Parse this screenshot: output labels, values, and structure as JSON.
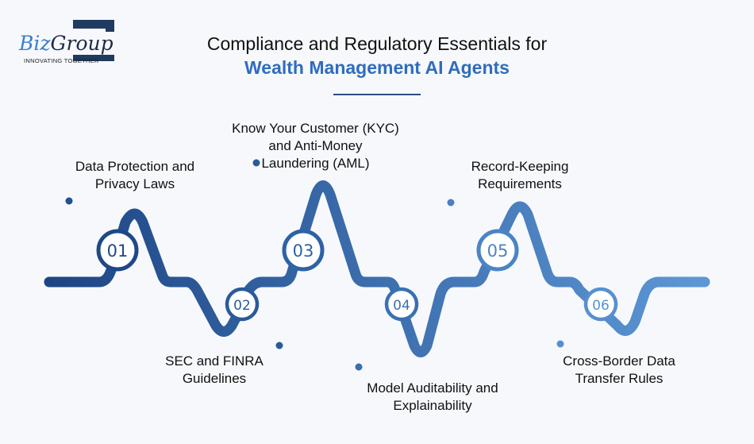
{
  "logo": {
    "brand_part1": "Biz",
    "brand_part2": "Group",
    "tagline": "INNOVATING TOGETHER"
  },
  "title": {
    "line1": "Compliance and Regulatory Essentials for",
    "line2": "Wealth Management AI Agents"
  },
  "steps": [
    {
      "number": "01",
      "label_line1": "Data Protection and",
      "label_line2": "Privacy Laws"
    },
    {
      "number": "02",
      "label_line1": "SEC and FINRA",
      "label_line2": "Guidelines"
    },
    {
      "number": "03",
      "label_line1": "Know Your Customer (KYC)",
      "label_line2": "and Anti-Money",
      "label_line3": "Laundering (AML)"
    },
    {
      "number": "04",
      "label_line1": "Model Auditability and",
      "label_line2": "Explainability"
    },
    {
      "number": "05",
      "label_line1": "Record-Keeping",
      "label_line2": "Requirements"
    },
    {
      "number": "06",
      "label_line1": "Cross-Border Data",
      "label_line2": "Transfer Rules"
    }
  ],
  "colors": {
    "dark_blue": "#1d4584",
    "light_blue": "#5d97d6",
    "title_accent": "#2f6cbf"
  }
}
